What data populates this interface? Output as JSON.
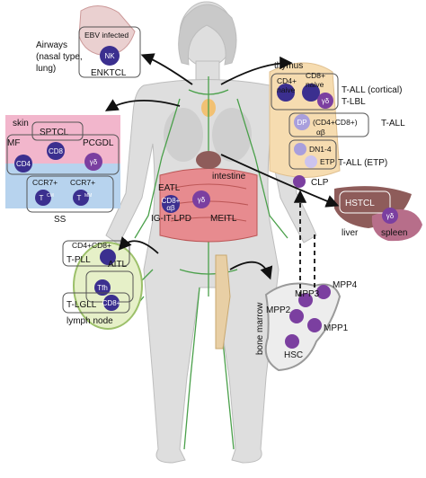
{
  "airways": {
    "title": "Airways",
    "line2": "(nasal type,",
    "line3": "lung)",
    "infected": "EBV infected",
    "cell": "NK",
    "disease": "ENKTCL"
  },
  "thymus": {
    "title": "thymus",
    "naive1a": "CD4+",
    "naive1b": "naive",
    "naive2a": "CD8+",
    "naive2b": "naive",
    "gd": "γδ",
    "tall_cortical": "T-ALL (cortical)",
    "tlbl": "T-LBL",
    "dp": "DP",
    "dp_desc": "(CD4+CD8+)",
    "ab": "αβ",
    "tall": "T-ALL",
    "dn": "DN1-4",
    "etp": "ETP",
    "tall_etp": "T-ALL (ETP)"
  },
  "clp": "CLP",
  "skin": {
    "title": "skin",
    "sptcl": "SPTCL",
    "mf": "MF",
    "pcgdl": "PCGDL",
    "cd4": "CD4",
    "cd8": "CD8",
    "gd": "γδ",
    "ccr7a": "CCR7+",
    "ccr7b": "CCR7+",
    "tcm": "T",
    "tcm_sub": "CM",
    "tmm": "T",
    "tmm_sub": "MM",
    "ss": "SS"
  },
  "intestine": {
    "title": "intestine",
    "eati": "EATL",
    "cd8": "CD8+",
    "ab": "αβ",
    "gd": "γδ",
    "iglt": "IG-IT-LPD",
    "meitl": "MEITL"
  },
  "liver_spleen": {
    "hstcl": "HSTCL",
    "gd": "γδ",
    "liver": "liver",
    "spleen": "spleen"
  },
  "lymph": {
    "cd4cd8": "CD4+CD8+",
    "tpll": "T-PLL",
    "aitl": "AITL",
    "tfh": "Tfh",
    "cd8": "CD8+",
    "tlgll": "T-LGLL",
    "title": "lymph node"
  },
  "marrow": {
    "title": "bone marrow",
    "mpp3": "MPP3",
    "mpp4": "MPP4",
    "mpp2": "MPP2",
    "mpp1": "MPP1",
    "hsc": "HSC"
  },
  "colors": {
    "cell_dark": "#3b2f8f",
    "cell_purple": "#7b3fa0",
    "cell_light": "#a99fdc",
    "body": "#dcdcdc",
    "skin_pink": "#f2b6cc",
    "thymus": "#f6dcb0",
    "liver": "#8e5c5a",
    "spleen": "#b76e8a",
    "gut": "#e27f84",
    "bone": "#e8cfa5",
    "vessel": "#4aa04a"
  }
}
